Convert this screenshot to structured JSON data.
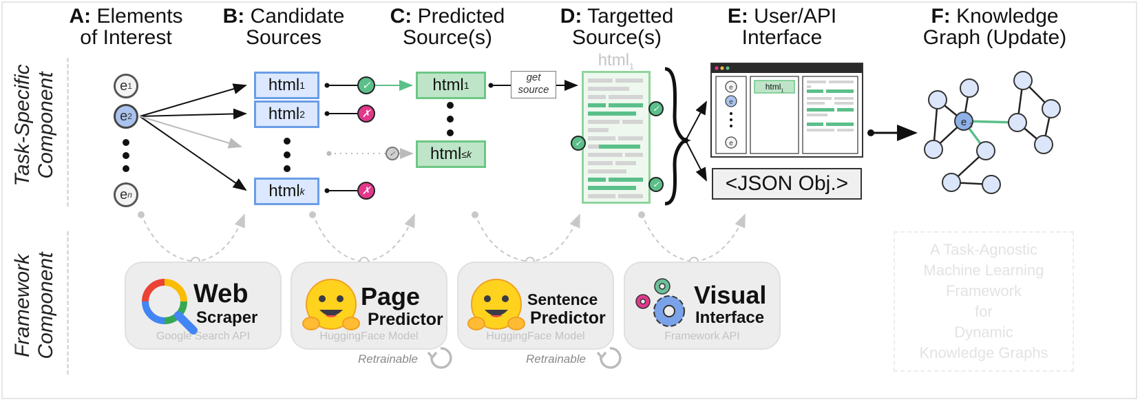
{
  "headers": [
    {
      "letter": "A:",
      "line1": "Elements",
      "line2": "of Interest"
    },
    {
      "letter": "B:",
      "line1": "Candidate",
      "line2": "Sources"
    },
    {
      "letter": "C:",
      "line1": "Predicted",
      "line2": "Source(s)"
    },
    {
      "letter": "D:",
      "line1": "Targetted",
      "line2": "Source(s)"
    },
    {
      "letter": "E:",
      "line1": "User/API",
      "line2": "Interface"
    },
    {
      "letter": "F:",
      "line1": "Knowledge",
      "line2": "Graph (Update)"
    }
  ],
  "side_labels": {
    "task": [
      "Task-Specific",
      "Component"
    ],
    "framework": [
      "Framework",
      "Component"
    ]
  },
  "elements": {
    "e": "e",
    "s1": "1",
    "s2": "2",
    "sn": "n"
  },
  "html": {
    "base": "html",
    "s1": "1",
    "s2": "2",
    "sk": "k",
    "sleqk": "≤k"
  },
  "get_source": [
    "get",
    "source"
  ],
  "json_obj": "<JSON Obj.>",
  "cards": [
    {
      "title1": "Web",
      "title2": "Scraper",
      "sub": "Google Search API"
    },
    {
      "title1": "Page",
      "title2": "Predictor",
      "sub": "HuggingFace Model"
    },
    {
      "title1": "Sentence",
      "title2": "Predictor",
      "sub": "HuggingFace Model"
    },
    {
      "title1": "Visual",
      "title2": "Interface",
      "sub": "Framework API"
    }
  ],
  "retrainable": "Retrainable",
  "agnostic": [
    "A Task-Agnostic",
    "Machine Learning",
    "Framework",
    "for",
    "Dynamic",
    "Knowledge Graphs"
  ],
  "colors": {
    "blue_fill": "#dbe8ff",
    "blue_border": "#6a9de6",
    "green_fill": "#bfe5c9",
    "green_border": "#6cc784",
    "check": "#5bbf8a",
    "cross": "#e2388c",
    "node": "#dbe6fb"
  }
}
